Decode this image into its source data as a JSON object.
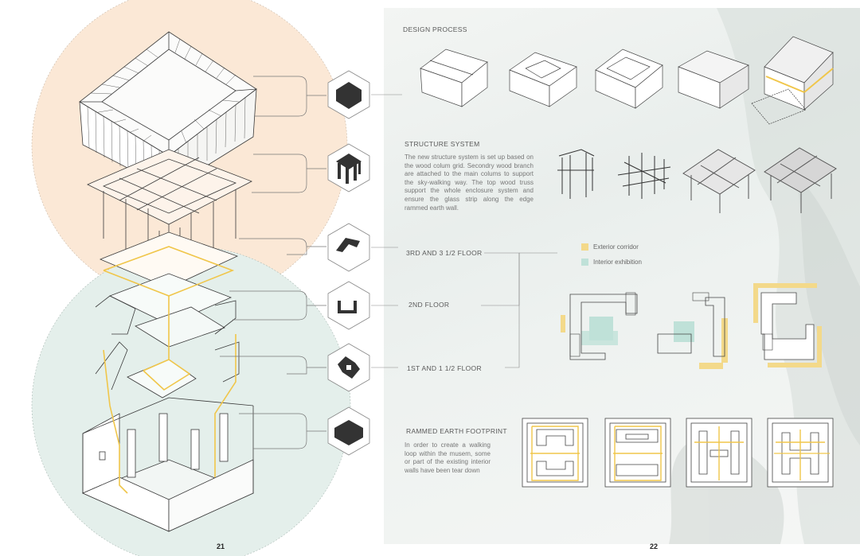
{
  "design_process": {
    "title": "DESIGN PROCESS"
  },
  "structure_system": {
    "title": "STRUCTURE SYSTEM",
    "text": "The new structure system is set up based on the wood colum grid. Secondry wood branch are attached to the main colums to support the sky-walking way. The top wood truss  support the whole enclosure system and ensure the glass strip along the edge rammed earth wall."
  },
  "floor_labels": {
    "floor3": "3RD AND 3 1/2 FLOOR",
    "floor2": "2ND FLOOR",
    "floor1": "1ST  AND 1 1/2 FLOOR"
  },
  "rammed_earth": {
    "title": "RAMMED EARTH FOOTPRINT",
    "text": "In order to create a walking loop within the musem, some or part of the existing interior walls have been tear down"
  },
  "legend": [
    {
      "label": "Exterior corridor",
      "color": "#f3d98a"
    },
    {
      "label": "Interior exhibition",
      "color": "#bfe1d8"
    }
  ],
  "page_numbers": {
    "left": "21",
    "right": "22"
  },
  "colors": {
    "peach_circle": "#fbe8d6",
    "mint_circle": "#e3efeb",
    "accent_yellow": "#f0c64a",
    "dark_icon": "#333333"
  }
}
